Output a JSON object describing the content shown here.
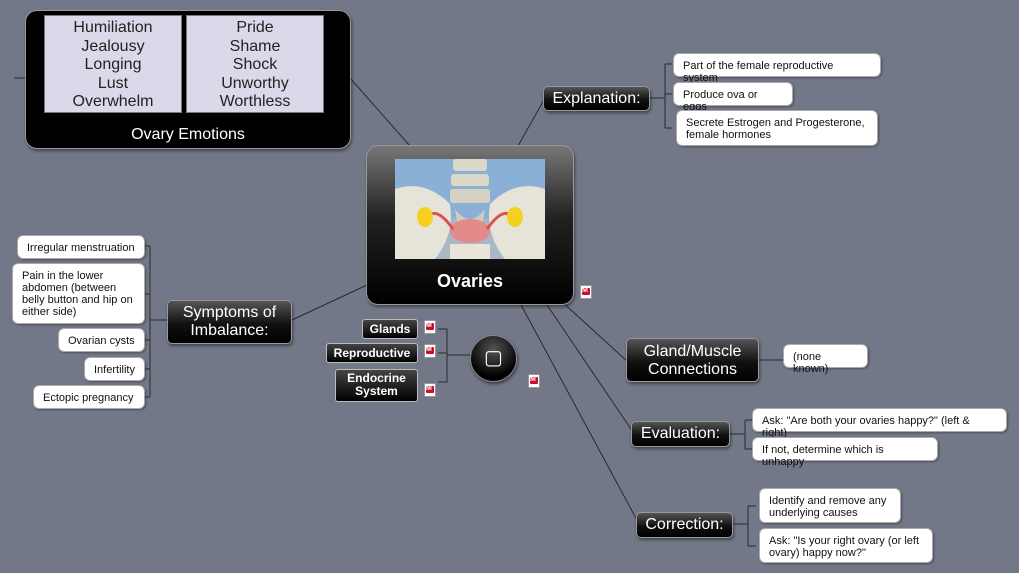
{
  "center": {
    "title": "Ovaries"
  },
  "emotions": {
    "title": "Ovary Emotions",
    "left": [
      "Humiliation",
      "Jealousy",
      "Longing",
      "Lust",
      "Overwhelm"
    ],
    "right": [
      "Pride",
      "Shame",
      "Shock",
      "Unworthy",
      "Worthless"
    ]
  },
  "explanation": {
    "label": "Explanation:",
    "items": [
      "Part of the female reproductive system",
      "Produce ova or eggs",
      "Secrete Estrogen and Progesterone, female hormones"
    ]
  },
  "symptoms": {
    "label": "Symptoms of Imbalance:",
    "items": [
      "Irregular menstruation",
      "Pain in the lower abdomen (between belly button and hip on either side)",
      "Ovarian cysts",
      "Infertility",
      "Ectopic pregnancy"
    ]
  },
  "gland": {
    "label": "Gland/Muscle Connections",
    "item": "(none known)"
  },
  "evaluation": {
    "label": "Evaluation:",
    "items": [
      "Ask: \"Are both your ovaries happy?\" (left & right)",
      "If not, determine which is unhappy"
    ]
  },
  "correction": {
    "label": "Correction:",
    "items": [
      "Identify and remove any underlying causes",
      "Ask: \"Is your right ovary (or left ovary) happy now?\""
    ]
  },
  "systems": {
    "items": [
      "Glands",
      "Reproductive",
      "Endocrine System"
    ],
    "hub_symbol": "▢"
  },
  "icons": {
    "note": "mindmap-note-icon",
    "hub": "square-icon"
  },
  "colors": {
    "background": "#737888",
    "emotion_box": "#d9d9ea"
  }
}
